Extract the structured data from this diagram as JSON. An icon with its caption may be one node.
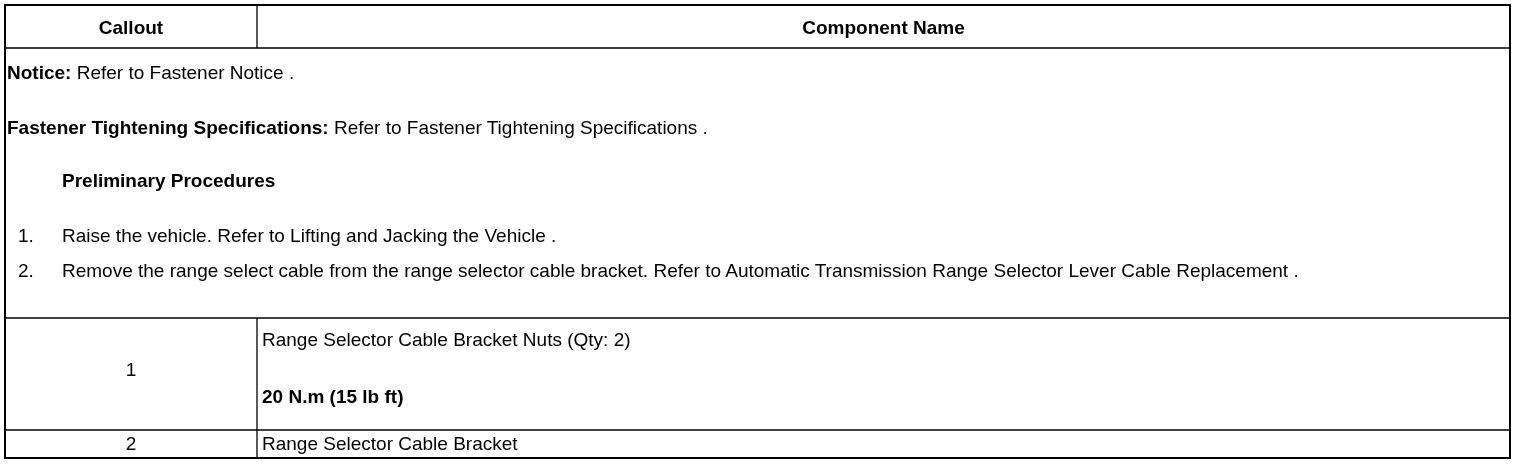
{
  "diagram": {
    "labels": [
      "Callout",
      "Component Name",
      "**Notice:** Refer to Fastener Notice .",
      "**Fastener Tightening Specifications:** Refer to Fastener Tightening Specifications .",
      "Preliminary Procedures",
      "1.",
      "Raise the vehicle. Refer to Lifting and Jacking the Vehicle .",
      "2.",
      "Remove the range select cable from the range selector cable bracket. Refer to Automatic Transmission Range Selector Lever Cable Replacement .",
      "1",
      "Range Selector Cable Bracket Nuts (Qty: 2)",
      "20 N.m (15 lb ft)",
      "2",
      "Range Selector Cable Bracket"
    ]
  }
}
